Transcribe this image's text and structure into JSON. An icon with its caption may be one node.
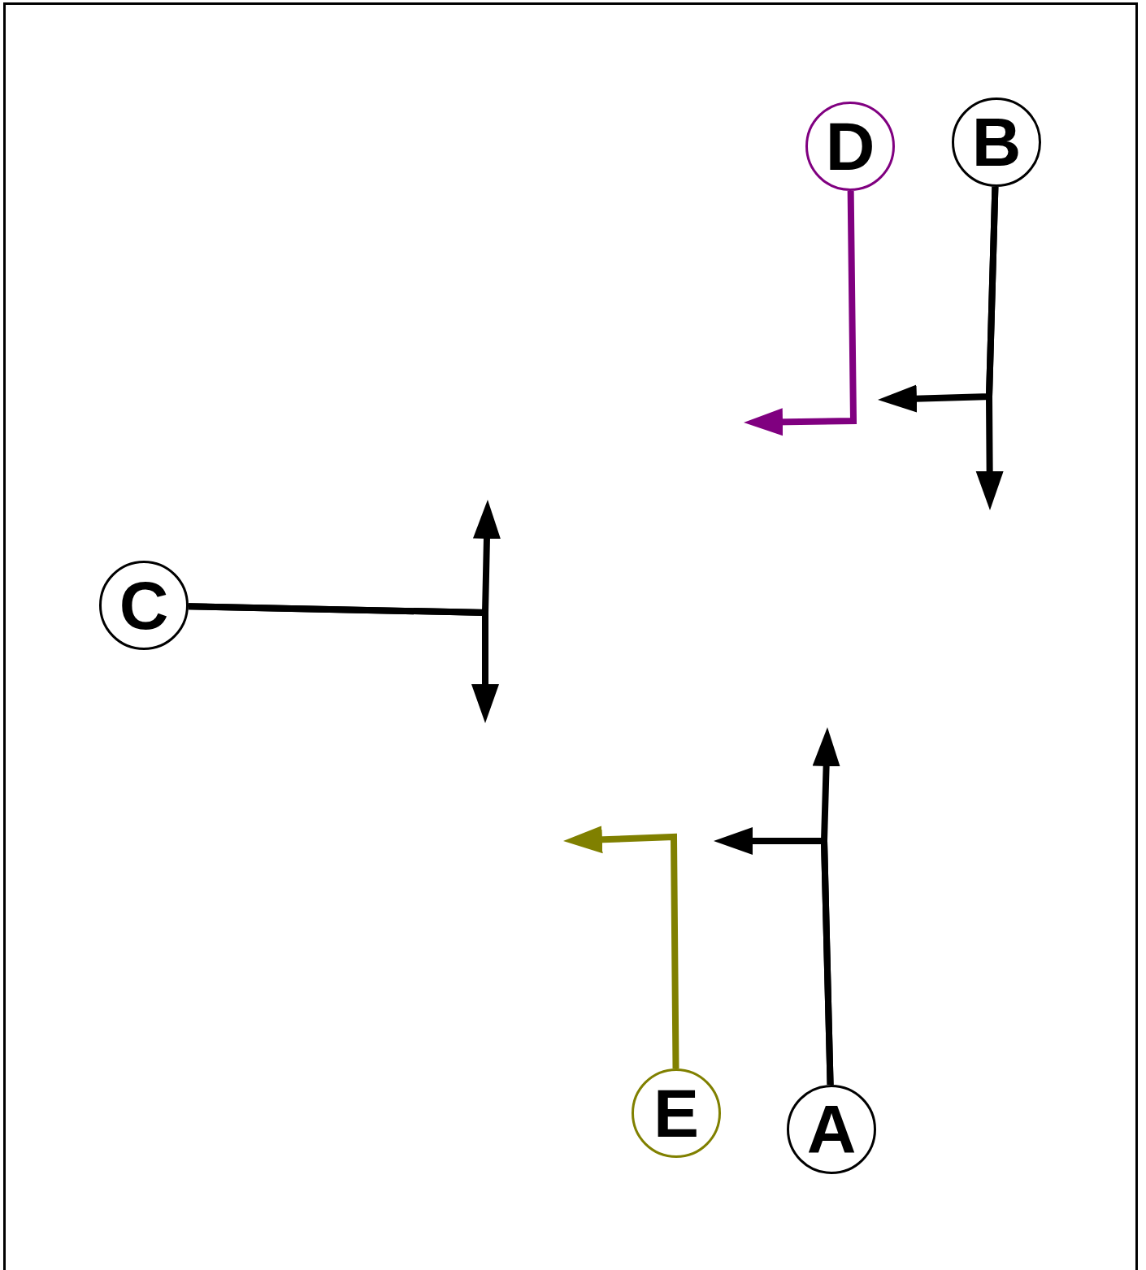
{
  "diagram": {
    "nodes": [
      {
        "text": [
          "D"
        ]
      },
      {
        "text": [
          "B"
        ]
      },
      {
        "text": [
          "C"
        ]
      },
      {
        "text": [
          "E"
        ]
      },
      {
        "text": [
          "A"
        ]
      }
    ],
    "edges": [
      {
        "from": 0,
        "to": null,
        "arrow": "to",
        "color": "#800080"
      },
      {
        "from": 1,
        "to": null,
        "arrow": "to"
      },
      {
        "from": 1,
        "to": null,
        "arrow": "to"
      },
      {
        "from": 2,
        "to": null,
        "arrow": "to"
      },
      {
        "from": 2,
        "to": null,
        "arrow": "to"
      },
      {
        "from": 4,
        "to": null,
        "arrow": "to"
      },
      {
        "from": 4,
        "to": null,
        "arrow": "to"
      },
      {
        "from": 3,
        "to": null,
        "arrow": "to",
        "color": "#808000"
      }
    ]
  }
}
